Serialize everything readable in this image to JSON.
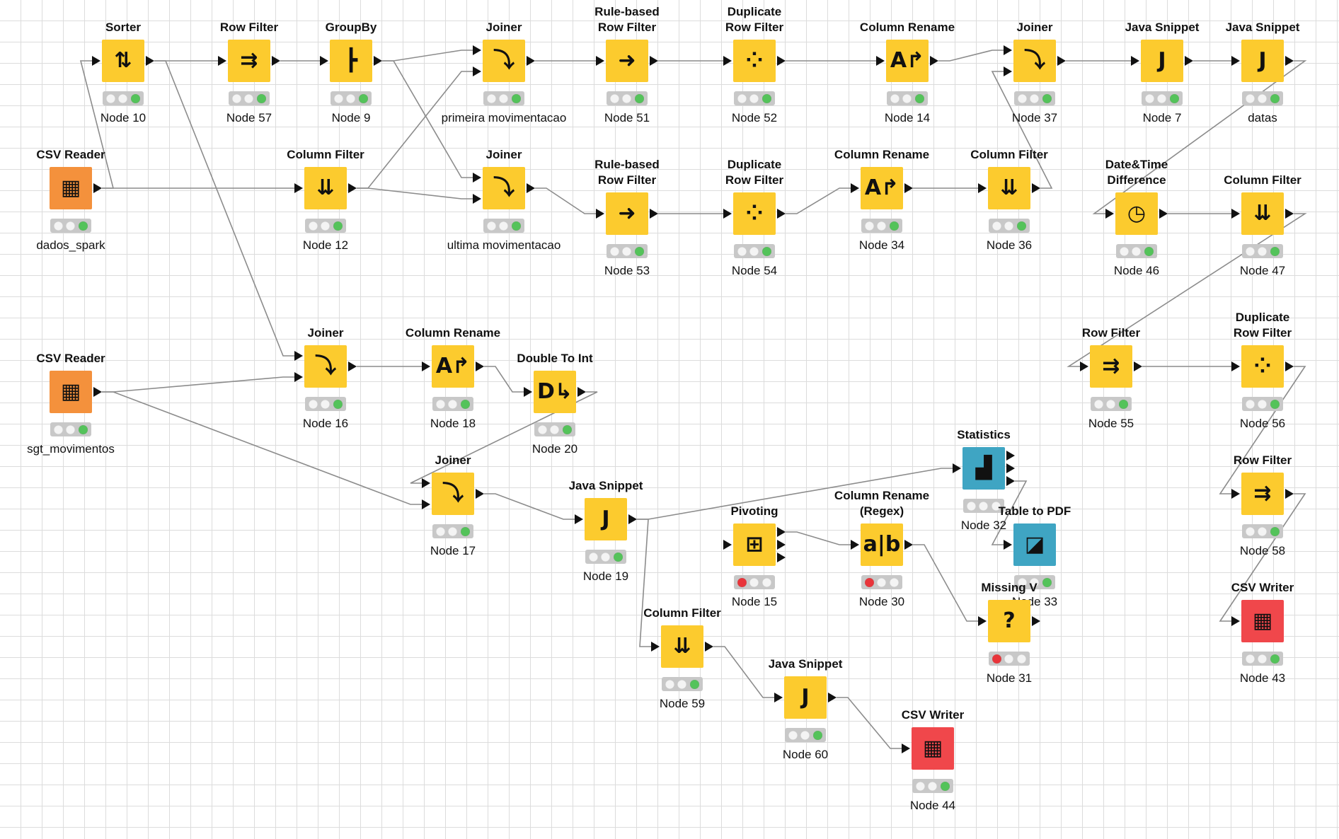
{
  "nodes": [
    {
      "id": "n10",
      "type": "Sorter",
      "label": "Node 10",
      "icon": "sorter-icon",
      "glyph": "⇅",
      "cat": "yellow",
      "status": "green",
      "ins": 1,
      "outs": 1
    },
    {
      "id": "n57",
      "type": "Row Filter",
      "label": "Node 57",
      "icon": "row-filter-icon",
      "glyph": "⇉",
      "cat": "yellow",
      "status": "green",
      "ins": 1,
      "outs": 1
    },
    {
      "id": "n9",
      "type": "GroupBy",
      "label": "Node 9",
      "icon": "groupby-icon",
      "glyph": "┣",
      "cat": "yellow",
      "status": "green",
      "ins": 1,
      "outs": 1
    },
    {
      "id": "jp",
      "type": "Joiner",
      "label": "primeira movimentacao",
      "icon": "joiner-icon",
      "glyph": "⤵",
      "cat": "yellow",
      "status": "green",
      "ins": 2,
      "outs": 1
    },
    {
      "id": "n51",
      "type": "Rule-based\nRow Filter",
      "label": "Node 51",
      "icon": "rule-filter-icon",
      "glyph": "➜",
      "cat": "yellow",
      "status": "green",
      "ins": 1,
      "outs": 1
    },
    {
      "id": "n52",
      "type": "Duplicate\nRow Filter",
      "label": "Node 52",
      "icon": "duplicate-filter-icon",
      "glyph": "⁘",
      "cat": "yellow",
      "status": "green",
      "ins": 1,
      "outs": 1
    },
    {
      "id": "n14",
      "type": "Column Rename",
      "label": "Node 14",
      "icon": "column-rename-icon",
      "glyph": "A↱",
      "cat": "yellow",
      "status": "green",
      "ins": 1,
      "outs": 1
    },
    {
      "id": "n37",
      "type": "Joiner",
      "label": "Node 37",
      "icon": "joiner-icon",
      "glyph": "⤵",
      "cat": "yellow",
      "status": "green",
      "ins": 2,
      "outs": 1
    },
    {
      "id": "n7",
      "type": "Java Snippet",
      "label": "Node 7",
      "icon": "java-snippet-icon",
      "glyph": "J",
      "cat": "yellow",
      "status": "green",
      "ins": 1,
      "outs": 1
    },
    {
      "id": "datas",
      "type": "Java Snippet",
      "label": "datas",
      "icon": "java-snippet-icon",
      "glyph": "J",
      "cat": "yellow",
      "status": "green",
      "ins": 1,
      "outs": 1
    },
    {
      "id": "dados",
      "type": "CSV Reader",
      "label": "dados_spark",
      "icon": "csv-reader-icon",
      "glyph": "▦",
      "cat": "orange",
      "status": "green",
      "ins": 0,
      "outs": 1
    },
    {
      "id": "n12",
      "type": "Column Filter",
      "label": "Node 12",
      "icon": "column-filter-icon",
      "glyph": "⇊",
      "cat": "yellow",
      "status": "green",
      "ins": 1,
      "outs": 1
    },
    {
      "id": "ju",
      "type": "Joiner",
      "label": "ultima movimentacao",
      "icon": "joiner-icon",
      "glyph": "⤵",
      "cat": "yellow",
      "status": "green",
      "ins": 2,
      "outs": 1
    },
    {
      "id": "n53",
      "type": "Rule-based\nRow Filter",
      "label": "Node 53",
      "icon": "rule-filter-icon",
      "glyph": "➜",
      "cat": "yellow",
      "status": "green",
      "ins": 1,
      "outs": 1
    },
    {
      "id": "n54",
      "type": "Duplicate\nRow Filter",
      "label": "Node 54",
      "icon": "duplicate-filter-icon",
      "glyph": "⁘",
      "cat": "yellow",
      "status": "green",
      "ins": 1,
      "outs": 1
    },
    {
      "id": "n34",
      "type": "Column Rename",
      "label": "Node 34",
      "icon": "column-rename-icon",
      "glyph": "A↱",
      "cat": "yellow",
      "status": "green",
      "ins": 1,
      "outs": 1
    },
    {
      "id": "n36",
      "type": "Column Filter",
      "label": "Node 36",
      "icon": "column-filter-icon",
      "glyph": "⇊",
      "cat": "yellow",
      "status": "green",
      "ins": 1,
      "outs": 1
    },
    {
      "id": "n46",
      "type": "Date&Time\nDifference",
      "label": "Node 46",
      "icon": "clock-icon",
      "glyph": "◷",
      "cat": "yellow",
      "status": "green",
      "ins": 1,
      "outs": 1
    },
    {
      "id": "n47",
      "type": "Column Filter",
      "label": "Node 47",
      "icon": "column-filter-icon",
      "glyph": "⇊",
      "cat": "yellow",
      "status": "green",
      "ins": 1,
      "outs": 1
    },
    {
      "id": "sgt",
      "type": "CSV Reader",
      "label": "sgt_movimentos",
      "icon": "csv-reader-icon",
      "glyph": "▦",
      "cat": "orange",
      "status": "green",
      "ins": 0,
      "outs": 1
    },
    {
      "id": "n16",
      "type": "Joiner",
      "label": "Node 16",
      "icon": "joiner-icon",
      "glyph": "⤵",
      "cat": "yellow",
      "status": "green",
      "ins": 2,
      "outs": 1
    },
    {
      "id": "n18",
      "type": "Column Rename",
      "label": "Node 18",
      "icon": "column-rename-icon",
      "glyph": "A↱",
      "cat": "yellow",
      "status": "green",
      "ins": 1,
      "outs": 1
    },
    {
      "id": "n20",
      "type": "Double To Int",
      "label": "Node 20",
      "icon": "double-to-int-icon",
      "glyph": "D↳",
      "cat": "yellow",
      "status": "green",
      "ins": 1,
      "outs": 1
    },
    {
      "id": "n55",
      "type": "Row Filter",
      "label": "Node 55",
      "icon": "row-filter-icon",
      "glyph": "⇉",
      "cat": "yellow",
      "status": "green",
      "ins": 1,
      "outs": 1
    },
    {
      "id": "n56",
      "type": "Duplicate\nRow Filter",
      "label": "Node 56",
      "icon": "duplicate-filter-icon",
      "glyph": "⁘",
      "cat": "yellow",
      "status": "green",
      "ins": 1,
      "outs": 1
    },
    {
      "id": "n17",
      "type": "Joiner",
      "label": "Node 17",
      "icon": "joiner-icon",
      "glyph": "⤵",
      "cat": "yellow",
      "status": "green",
      "ins": 2,
      "outs": 1
    },
    {
      "id": "n19",
      "type": "Java Snippet",
      "label": "Node 19",
      "icon": "java-snippet-icon",
      "glyph": "J",
      "cat": "yellow",
      "status": "green",
      "ins": 1,
      "outs": 1
    },
    {
      "id": "n32",
      "type": "Statistics",
      "label": "Node 32",
      "icon": "statistics-icon",
      "glyph": "▟",
      "cat": "blue",
      "status": "none",
      "ins": 1,
      "outs": 3
    },
    {
      "id": "n33",
      "type": "Table to PDF",
      "label": "Node 33",
      "icon": "pdf-icon",
      "glyph": "◪",
      "cat": "blue",
      "status": "green",
      "ins": 1,
      "outs": 0
    },
    {
      "id": "n58",
      "type": "Row Filter",
      "label": "Node 58",
      "icon": "row-filter-icon",
      "glyph": "⇉",
      "cat": "yellow",
      "status": "green",
      "ins": 1,
      "outs": 1
    },
    {
      "id": "n15",
      "type": "Pivoting",
      "label": "Node 15",
      "icon": "pivoting-icon",
      "glyph": "⊞",
      "cat": "yellow",
      "status": "red",
      "ins": 1,
      "outs": 3
    },
    {
      "id": "n30",
      "type": "Column Rename\n(Regex)",
      "label": "Node 30",
      "icon": "regex-rename-icon",
      "glyph": "a|b",
      "cat": "yellow",
      "status": "red",
      "ins": 1,
      "outs": 1
    },
    {
      "id": "n31",
      "type": "Missing V",
      "label": "Node 31",
      "icon": "question-icon",
      "glyph": "?",
      "cat": "yellow",
      "status": "red",
      "ins": 1,
      "outs": 1
    },
    {
      "id": "n43",
      "type": "CSV Writer",
      "label": "Node 43",
      "icon": "csv-writer-icon",
      "glyph": "▦",
      "cat": "red",
      "status": "green",
      "ins": 1,
      "outs": 0
    },
    {
      "id": "n59",
      "type": "Column Filter",
      "label": "Node 59",
      "icon": "column-filter-icon",
      "glyph": "⇊",
      "cat": "yellow",
      "status": "green",
      "ins": 1,
      "outs": 1
    },
    {
      "id": "n60",
      "type": "Java Snippet",
      "label": "Node 60",
      "icon": "java-snippet-icon",
      "glyph": "J",
      "cat": "yellow",
      "status": "green",
      "ins": 1,
      "outs": 1
    },
    {
      "id": "n44",
      "type": "CSV Writer",
      "label": "Node 44",
      "icon": "csv-writer-icon",
      "glyph": "▦",
      "cat": "red",
      "status": "green",
      "ins": 1,
      "outs": 0
    }
  ],
  "colors": {
    "node_yellow": "#fccb2e",
    "node_orange": "#f4913c",
    "node_red": "#f0474b",
    "node_blue": "#3fa5c3",
    "status_green": "#54c35a",
    "status_red": "#e9343a"
  }
}
